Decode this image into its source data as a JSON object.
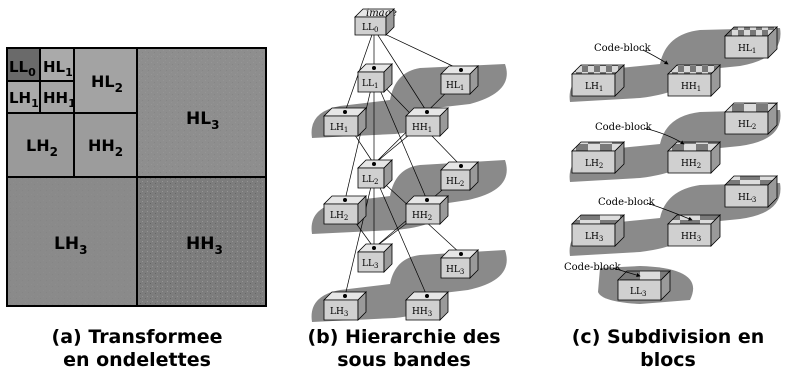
{
  "panel_a": {
    "caption_line1": "(a) Transformee",
    "caption_line2": "en ondelettes",
    "labels": {
      "ll0": "LL",
      "ll0_sub": "0",
      "hl1": "HL",
      "hl1_sub": "1",
      "lh1": "LH",
      "lh1_sub": "1",
      "hh1": "HH",
      "hh1_sub": "1",
      "hl2": "HL",
      "hl2_sub": "2",
      "lh2": "LH",
      "lh2_sub": "2",
      "hh2": "HH",
      "hh2_sub": "2",
      "hl3": "HL",
      "hl3_sub": "3",
      "lh3": "LH",
      "lh3_sub": "3",
      "hh3": "HH",
      "hh3_sub": "3"
    }
  },
  "panel_b": {
    "caption_line1": "(b) Hierarchie des",
    "caption_line2": "sous bandes",
    "image_label": "image",
    "labels": {
      "ll0": "LL",
      "ll0_sub": "0",
      "ll1": "LL",
      "ll1_sub": "1",
      "hl1": "HL",
      "hl1_sub": "1",
      "lh1": "LH",
      "lh1_sub": "1",
      "hh1": "HH",
      "hh1_sub": "1",
      "ll2": "LL",
      "ll2_sub": "2",
      "hl2": "HL",
      "hl2_sub": "2",
      "lh2": "LH",
      "lh2_sub": "2",
      "hh2": "HH",
      "hh2_sub": "2",
      "ll3": "LL",
      "ll3_sub": "3",
      "hl3": "HL",
      "hl3_sub": "3",
      "lh3": "LH",
      "lh3_sub": "3",
      "hh3": "HH",
      "hh3_sub": "3"
    }
  },
  "panel_c": {
    "caption_line1": "(c) Subdivision en",
    "caption_line2": "blocs",
    "code_block_1": "Code-block",
    "code_block_2": "Code-block",
    "code_block_3": "Code-block",
    "code_block_4": "Code-block",
    "labels": {
      "hl1": "HL",
      "hl1_sub": "1",
      "lh1": "LH",
      "lh1_sub": "1",
      "hh1": "HH",
      "hh1_sub": "1",
      "hl2": "HL",
      "hl2_sub": "2",
      "lh2": "LH",
      "lh2_sub": "2",
      "hh2": "HH",
      "hh2_sub": "2",
      "hl3": "HL",
      "hl3_sub": "3",
      "lh3": "LH",
      "lh3_sub": "3",
      "hh3": "HH",
      "hh3_sub": "3",
      "ll3": "LL",
      "ll3_sub": "3"
    }
  }
}
